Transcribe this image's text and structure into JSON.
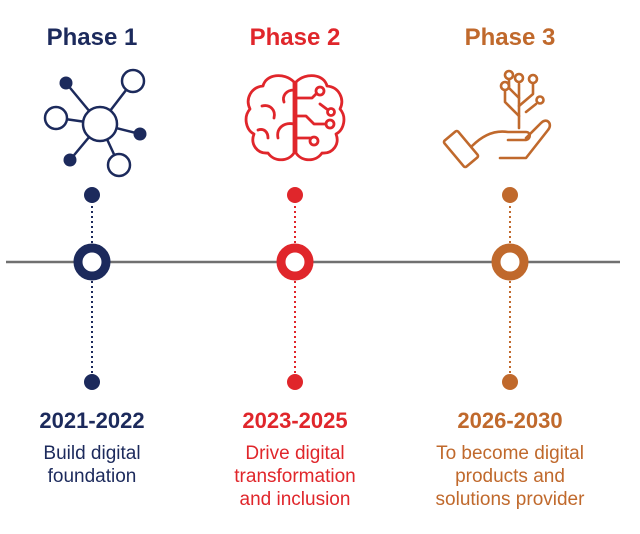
{
  "colors": {
    "phase1": "#1c2a5c",
    "phase2": "#e0262b",
    "phase3": "#c0692c",
    "axis": "#707070"
  },
  "phases": [
    {
      "title": "Phase 1",
      "icon": "network-nodes-icon",
      "years": "2021-2022",
      "description": [
        "Build digital",
        "foundation"
      ]
    },
    {
      "title": "Phase 2",
      "icon": "brain-circuit-icon",
      "years": "2023-2025",
      "description": [
        "Drive digital",
        "transformation",
        "and inclusion"
      ]
    },
    {
      "title": "Phase 3",
      "icon": "hand-plant-circuit-icon",
      "years": "2026-2030",
      "description": [
        "To become digital",
        "products and",
        "solutions provider"
      ]
    }
  ]
}
